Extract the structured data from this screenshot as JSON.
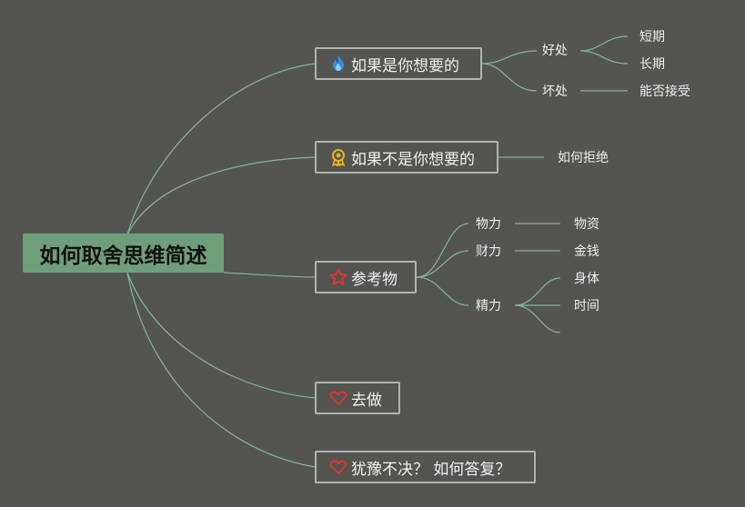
{
  "root": {
    "title": "如何取舍思维简述"
  },
  "colors": {
    "background": "#545451",
    "link": "#7fb79a",
    "root_fill": "#6f9e7a",
    "border": "#b3b3b0"
  },
  "branches": [
    {
      "label": "如果是你想要的",
      "icon": "fire-icon"
    },
    {
      "label": "如果不是你想要的",
      "icon": "award-ribbon-icon"
    },
    {
      "label": "参考物",
      "icon": "star-icon"
    },
    {
      "label": "去做",
      "icon": "heart-icon"
    },
    {
      "label": "犹豫不决？ 如何答复？",
      "icon": "heart-icon"
    }
  ],
  "nodes": {
    "good": "好处",
    "short_term": "短期",
    "long_term": "长期",
    "bad": "坏处",
    "acceptable": "能否接受",
    "how_refuse": "如何拒绝",
    "material_power": "物力",
    "materials": "物资",
    "financial_power": "财力",
    "money": "金钱",
    "energy": "精力",
    "body": "身体",
    "time": "时间"
  }
}
